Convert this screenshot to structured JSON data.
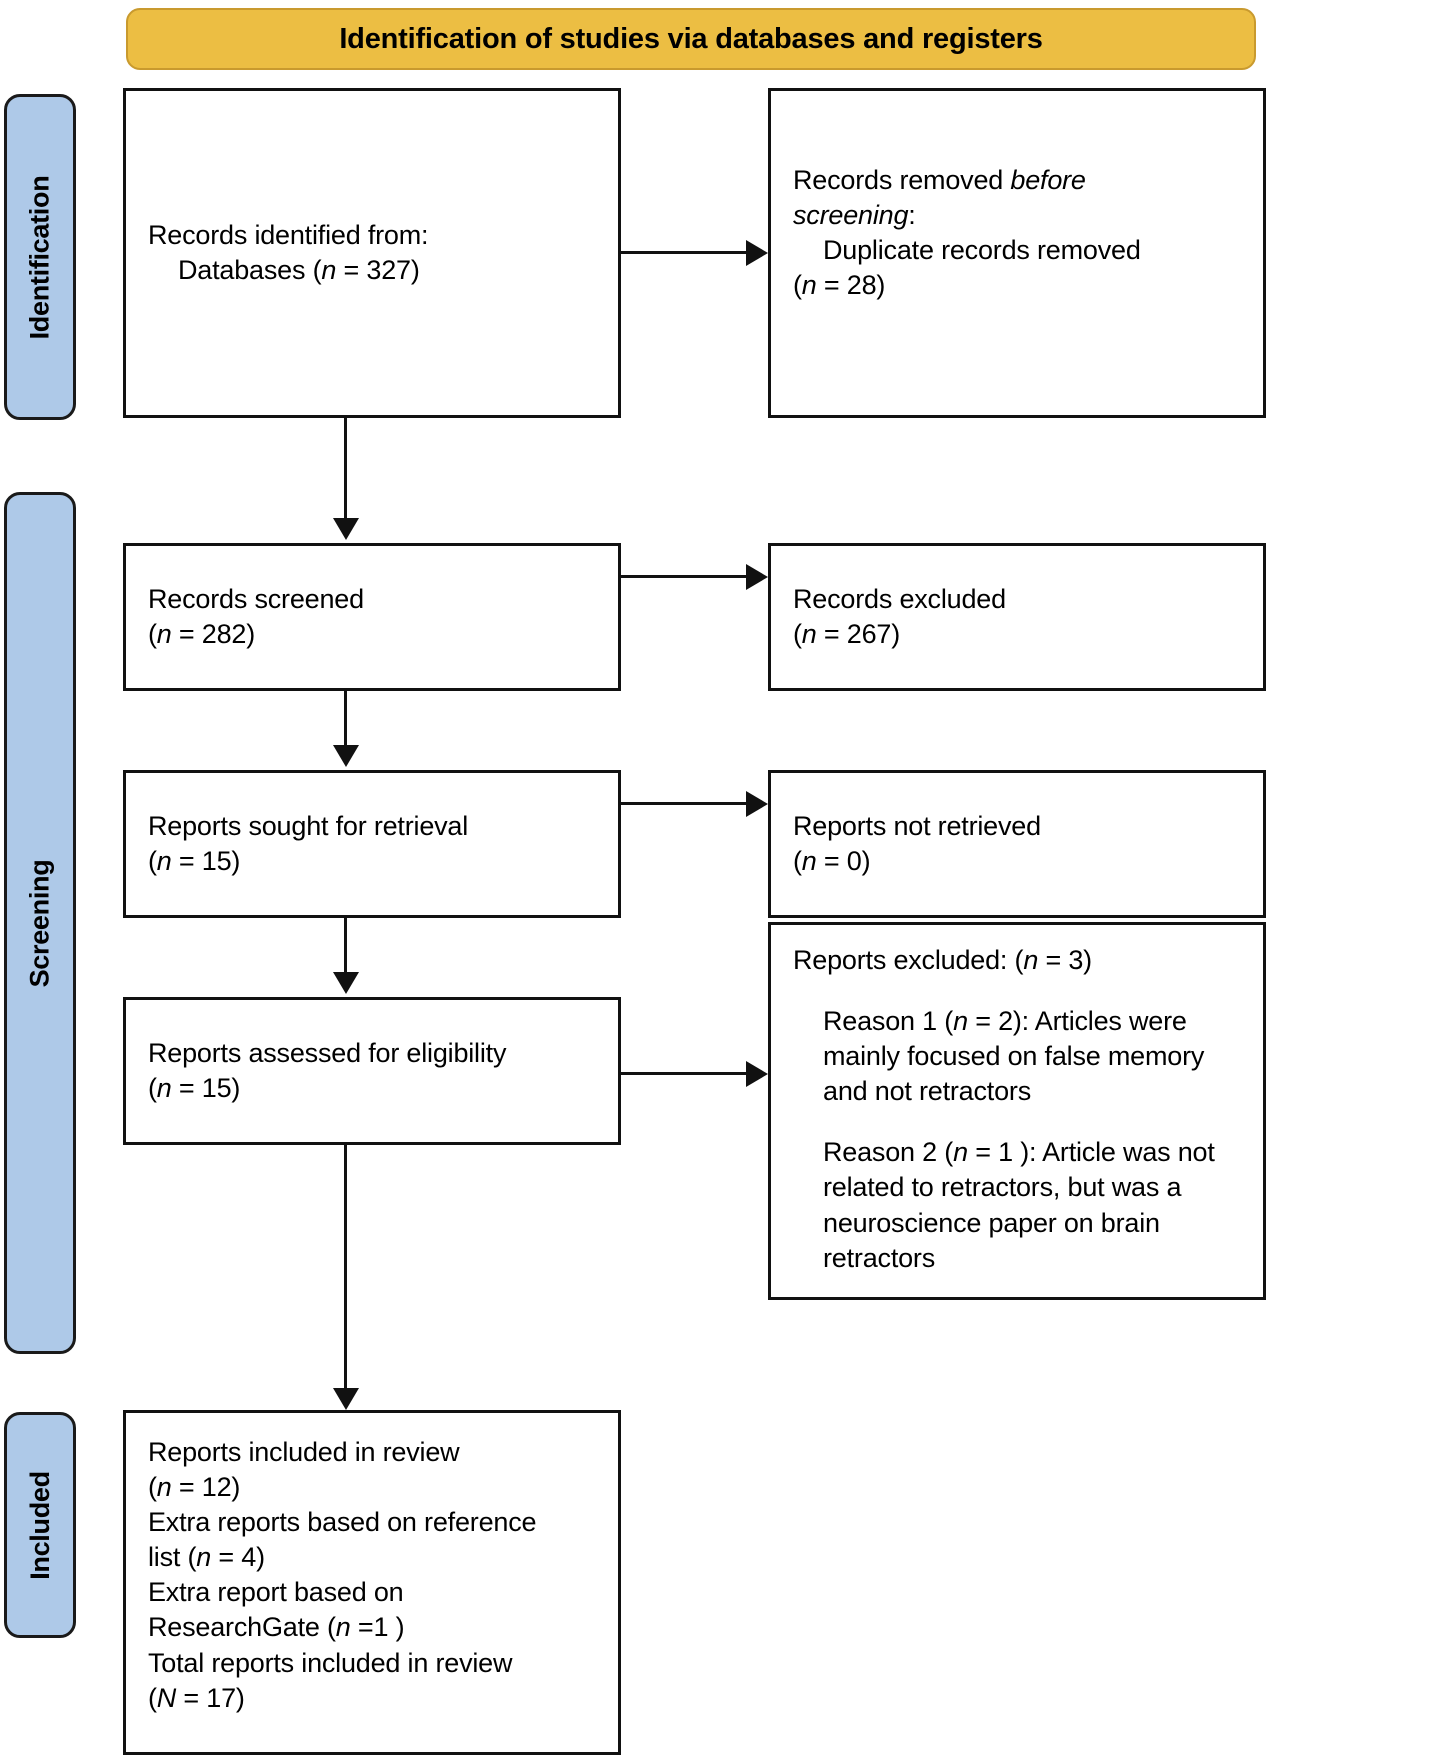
{
  "banner": {
    "title": "Identification of studies via databases and registers"
  },
  "stages": [
    {
      "id": "identification",
      "label": "Identification"
    },
    {
      "id": "screening",
      "label": "Screening"
    },
    {
      "id": "included",
      "label": "Included"
    }
  ],
  "boxes": {
    "records_identified": {
      "line1": "Records identified from:",
      "line2": "Databases (",
      "line2_italic": "n",
      "line2_end": " = 327)"
    },
    "records_removed": {
      "line1_pre": "Records removed ",
      "line1_italic": "before",
      "line2_italic": "screening",
      "line2_end": ":",
      "line3": "Duplicate records removed",
      "line4_pre": "(",
      "line4_italic": "n",
      "line4_end": " = 28)"
    },
    "records_screened": {
      "line1": "Records screened",
      "line2_pre": "(",
      "line2_italic": "n",
      "line2_end": " = 282)"
    },
    "records_excluded": {
      "line1": "Records excluded",
      "line2_pre": "(",
      "line2_italic": "n",
      "line2_end": " = 267)"
    },
    "reports_sought": {
      "line1": "Reports sought for retrieval",
      "line2_pre": "(",
      "line2_italic": "n",
      "line2_end": " = 15)"
    },
    "reports_not_retrieved": {
      "line1": "Reports not retrieved",
      "line2_pre": "(",
      "line2_italic": "n",
      "line2_end": " = 0)"
    },
    "reports_assessed": {
      "line1": "Reports assessed for eligibility",
      "line2_pre": "(",
      "line2_italic": "n",
      "line2_end": " = 15)"
    },
    "reports_excluded": {
      "heading_pre": "Reports excluded: (",
      "heading_italic": "n",
      "heading_end": " = 3)",
      "reason1_pre": "Reason 1 (",
      "reason1_italic": "n",
      "reason1_end": " = 2): Articles were mainly focused on false memory and not retractors",
      "reason2_pre": "Reason 2 (",
      "reason2_italic": "n",
      "reason2_end": " = 1 ): Article was not related to retractors, but was a neuroscience paper on brain retractors"
    },
    "reports_included": {
      "line1": "Reports included in review",
      "line2_pre": "(",
      "line2_italic": "n",
      "line2_end": " = 12)",
      "line3": "Extra reports based on reference",
      "line4_pre": "list (",
      "line4_italic": "n",
      "line4_end": " = 4)",
      "line5": "Extra report based on",
      "line6_pre": "ResearchGate (",
      "line6_italic": "n",
      "line6_end": " =1 )",
      "line7": "Total reports included in review",
      "line8_pre": "(",
      "line8_italic": "N",
      "line8_end": " = 17)"
    }
  },
  "colors": {
    "banner_fill": "#ECBE43",
    "stage_fill": "#AEC9E8",
    "box_border": "#111111",
    "text": "#000000",
    "page_background": "#FFFFFF"
  }
}
